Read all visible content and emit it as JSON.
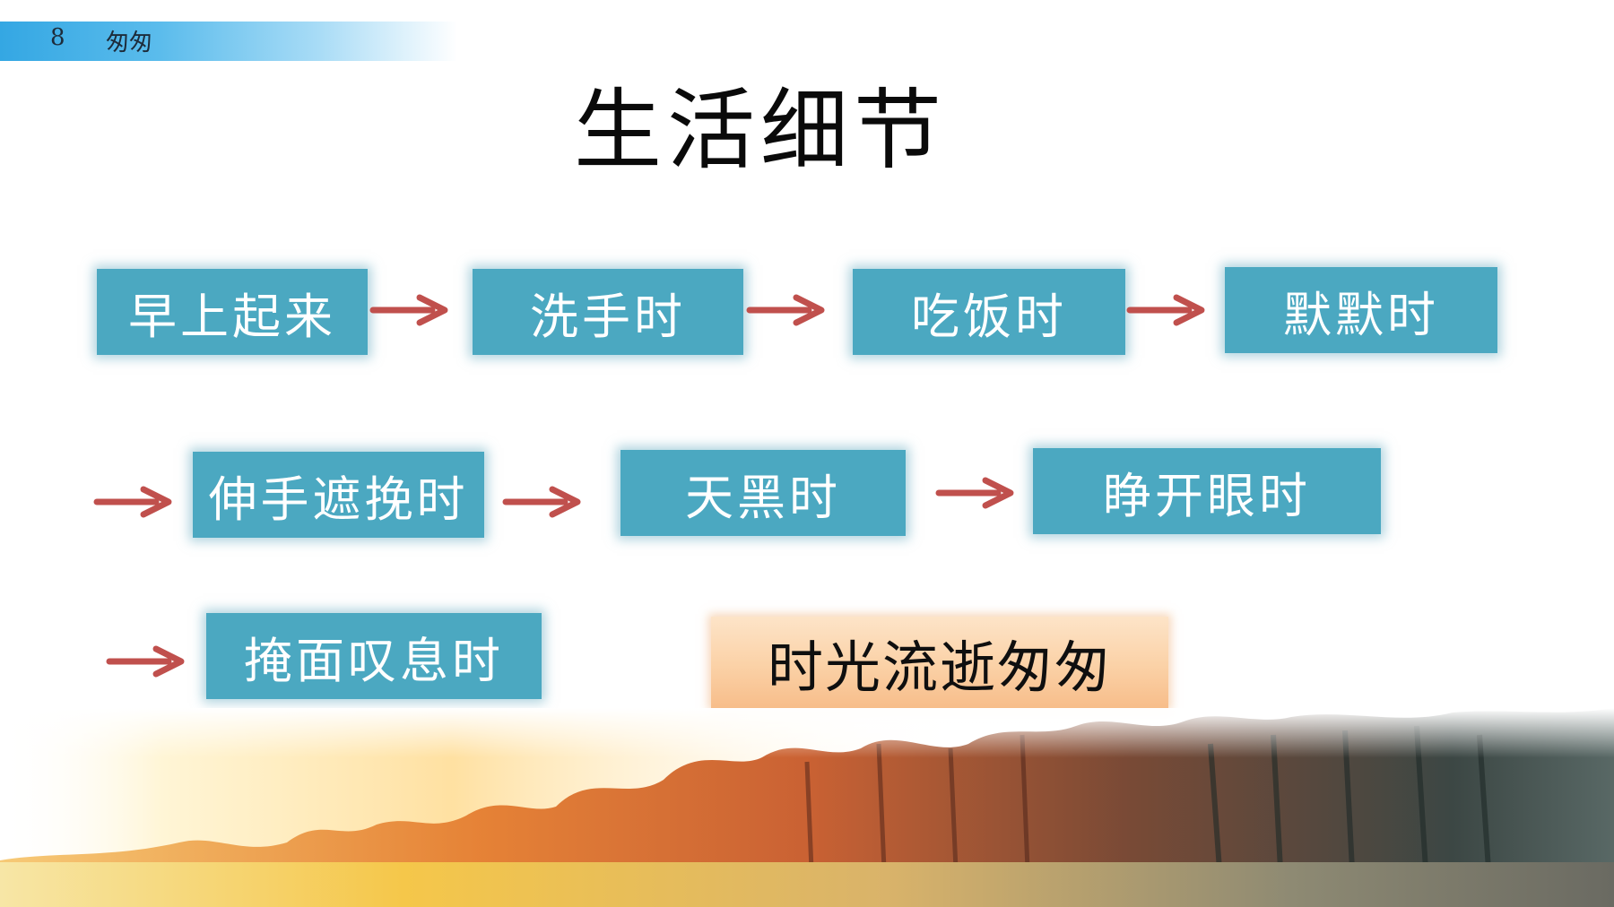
{
  "header": {
    "lesson_number": "8",
    "lesson_title": "匆匆"
  },
  "page_title": "生活细节",
  "steps": [
    {
      "label": "早上起来"
    },
    {
      "label": "洗手时"
    },
    {
      "label": "吃饭时"
    },
    {
      "label": "默默时"
    },
    {
      "label": "伸手遮挽时"
    },
    {
      "label": "天黑时"
    },
    {
      "label": "睁开眼时"
    },
    {
      "label": "掩面叹息时"
    }
  ],
  "conclusion": "时光流逝匆匆",
  "colors": {
    "step_box": "#4ba8c1",
    "arrow": "#c0504d",
    "header_bar": "#34a7e3",
    "conclusion_box": "#fbd1a6"
  },
  "icons": {
    "arrow": "right-arrow-icon"
  }
}
